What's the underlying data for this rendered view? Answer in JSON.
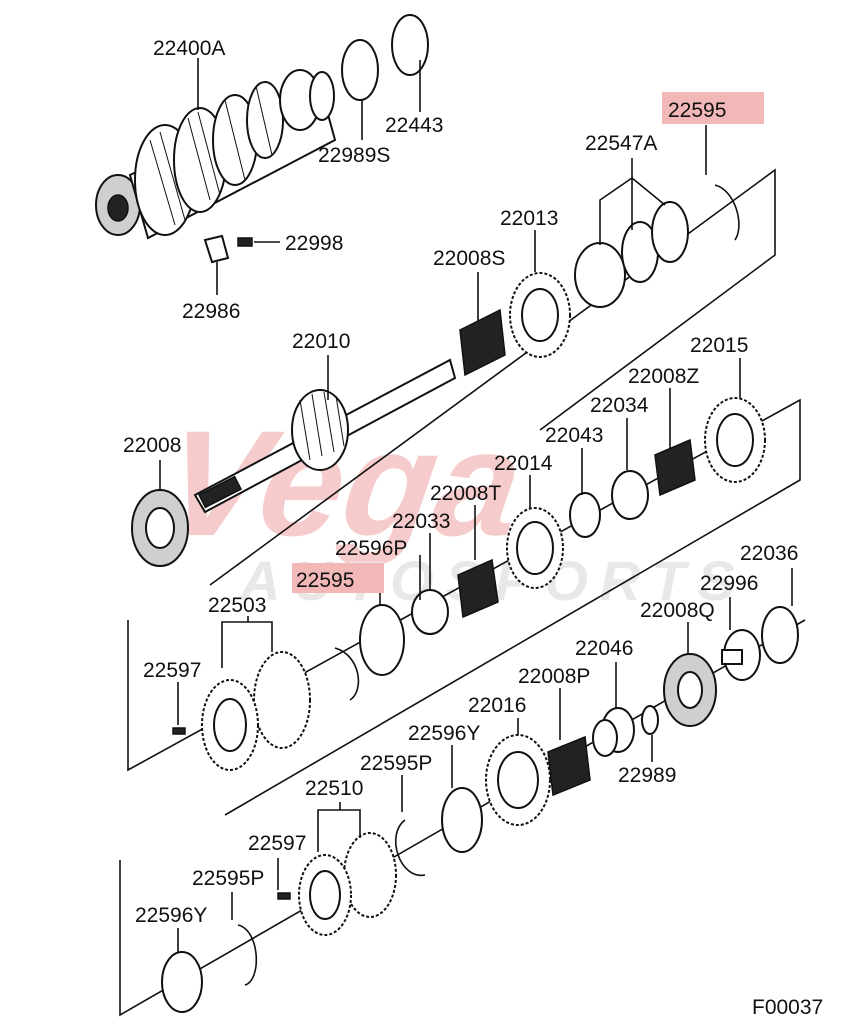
{
  "watermark": {
    "word": "Vega",
    "sub": "AUTOSPORTS",
    "color": "#d9161c"
  },
  "highlight_color": "#f2b8b8",
  "diagram_code": "F00037",
  "labels": {
    "p22400A": "22400A",
    "p22443": "22443",
    "p22989S": "22989S",
    "p22595_top": "22595",
    "p22547A": "22547A",
    "p22998": "22998",
    "p22986": "22986",
    "p22013": "22013",
    "p22008S": "22008S",
    "p22010": "22010",
    "p22015": "22015",
    "p22008Z": "22008Z",
    "p22034": "22034",
    "p22043": "22043",
    "p22008": "22008",
    "p22014": "22014",
    "p22008T": "22008T",
    "p22033": "22033",
    "p22596P": "22596P",
    "p22595_mid": "22595",
    "p22036": "22036",
    "p22996": "22996",
    "p22503": "22503",
    "p22008Q": "22008Q",
    "p22597_a": "22597",
    "p22046": "22046",
    "p22008P": "22008P",
    "p22016": "22016",
    "p22596Y_a": "22596Y",
    "p22989": "22989",
    "p22595P_a": "22595P",
    "p22510": "22510",
    "p22597_b": "22597",
    "p22595P_b": "22595P",
    "p22596Y_b": "22596Y"
  }
}
